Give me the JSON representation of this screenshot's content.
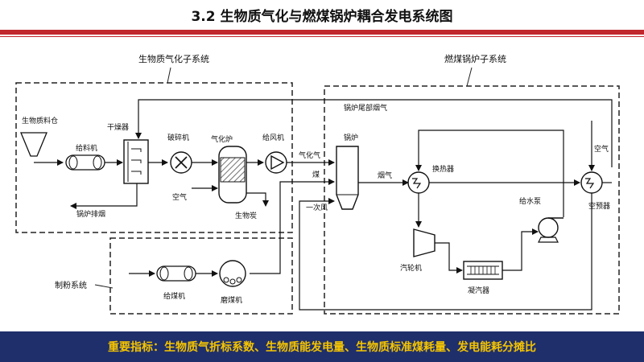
{
  "header": {
    "title": "3.2 生物质气化与燃煤锅炉耦合发电系统图"
  },
  "diagram": {
    "subsystems": {
      "biomass_gasification": "生物质气化子系统",
      "coal_boiler": "燃煤锅炉子系统",
      "pulverizing": "制粉系统"
    },
    "labels": {
      "biomass_silo": "生物质料仓",
      "feeder": "给料机",
      "dryer": "干燥器",
      "crusher": "破碎机",
      "gasifier": "气化炉",
      "blower": "给风机",
      "air_gasifier": "空气",
      "boiler_exhaust": "锅炉排烟",
      "biochar": "生物炭",
      "boiler_tail_flue": "锅炉尾部烟气",
      "gasification_gas": "气化气",
      "coal": "煤",
      "primary_air": "一次风",
      "boiler": "锅炉",
      "flue_gas": "烟气",
      "heat_exchanger": "换热器",
      "air_right": "空气",
      "air_preheater": "空预器",
      "feed_pump": "给水泵",
      "turbine": "汽轮机",
      "condenser": "凝汽器",
      "coal_feeder": "给煤机",
      "mill": "磨煤机"
    }
  },
  "footer": {
    "text": "重要指标：生物质气折标系数、生物质能发电量、生物质标准煤耗量、发电能耗分摊比"
  }
}
